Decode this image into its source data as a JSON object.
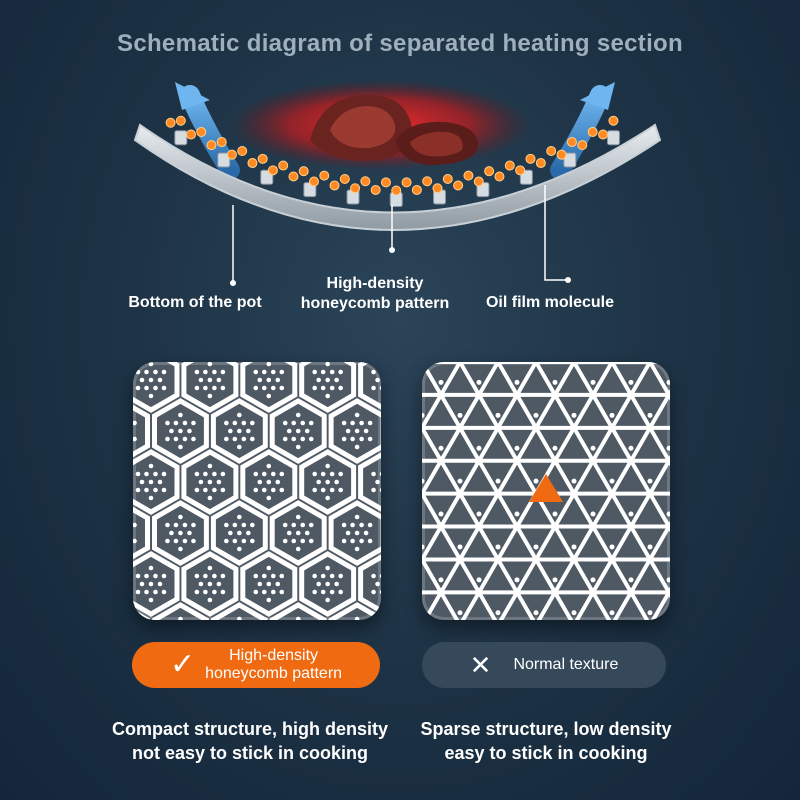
{
  "title": "Schematic diagram of separated heating section",
  "diagram": {
    "labels": {
      "bottom": "Bottom of the pot",
      "honeycomb_line1": "High-density",
      "honeycomb_line2": "honeycomb pattern",
      "oil": "Oil film molecule"
    }
  },
  "left": {
    "badge_line1": "High-density",
    "badge_line2": "honeycomb pattern",
    "badge_icon": "check-icon",
    "desc_line1": "Compact structure, high density",
    "desc_line2": "not easy to stick in cooking"
  },
  "right": {
    "badge": "Normal texture",
    "badge_icon": "cross-icon",
    "desc_line1": "Sparse structure, low density",
    "desc_line2": "easy to stick in cooking"
  },
  "colors": {
    "accent": "#f06a12",
    "panel": "#4e5964",
    "pattern": "#ffffff",
    "background": "#1c3143"
  }
}
